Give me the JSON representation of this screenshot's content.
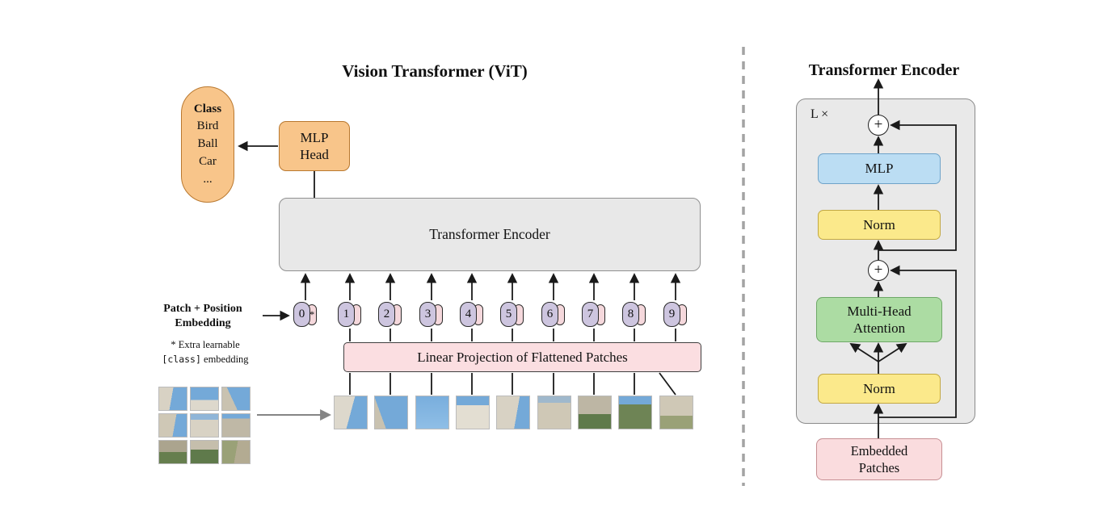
{
  "figure": {
    "left": {
      "title": "Vision Transformer (ViT)",
      "class_box": {
        "heading": "Class",
        "items": [
          "Bird",
          "Ball",
          "Car",
          "..."
        ]
      },
      "mlp_head": {
        "lines": [
          "MLP",
          "Head"
        ]
      },
      "encoder_label": "Transformer Encoder",
      "patch_position_label": {
        "lines": [
          "Patch + Position",
          "Embedding"
        ]
      },
      "class_note": {
        "line1": "* Extra learnable",
        "code": "[class]",
        "rest": "embedding"
      },
      "projection_label": "Linear Projection of Flattened Patches",
      "tokens": [
        {
          "num": "0",
          "tab": "*"
        },
        {
          "num": "1",
          "tab": ""
        },
        {
          "num": "2",
          "tab": ""
        },
        {
          "num": "3",
          "tab": ""
        },
        {
          "num": "4",
          "tab": ""
        },
        {
          "num": "5",
          "tab": ""
        },
        {
          "num": "6",
          "tab": ""
        },
        {
          "num": "7",
          "tab": ""
        },
        {
          "num": "8",
          "tab": ""
        },
        {
          "num": "9",
          "tab": ""
        }
      ]
    },
    "right": {
      "title": "Transformer Encoder",
      "repeat_label": "L ×",
      "plus": "+",
      "blocks": {
        "mlp": "MLP",
        "norm_top": "Norm",
        "mha": {
          "lines": [
            "Multi-Head",
            "Attention"
          ]
        },
        "norm_bottom": "Norm",
        "embedded": {
          "lines": [
            "Embedded",
            "Patches"
          ]
        }
      }
    },
    "colors": {
      "orange": "#F8C58A",
      "encoder_gray": "#E8E8E8",
      "token_lavender": "#CDC5DF",
      "patch_pink": "#F5D8DC",
      "projection_pink": "#FBDEE1",
      "mlp_blue": "#BBDDF3",
      "norm_yellow": "#FBE98B",
      "attention_green": "#ACDCA3",
      "embedded_pink": "#FADCDE"
    }
  }
}
